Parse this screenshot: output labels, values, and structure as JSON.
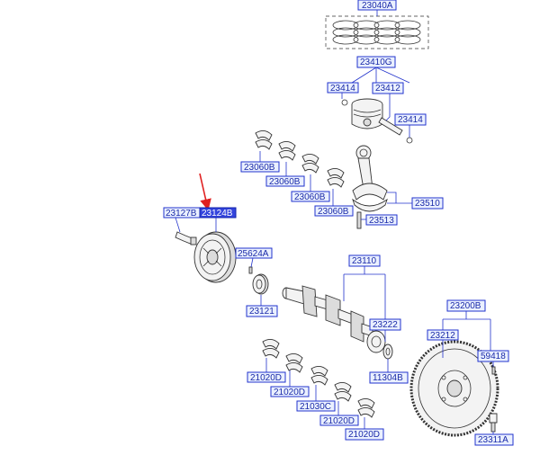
{
  "labels": {
    "piston_ring_set": "23040A",
    "piston_set": "23410G",
    "snap_ring_left": "23414",
    "piston_pin": "23412",
    "snap_ring_right": "23414",
    "upper_bearing_1": "23060B",
    "upper_bearing_2": "23060B",
    "upper_bearing_3": "23060B",
    "upper_bearing_4": "23060B",
    "connecting_rod": "23510",
    "rod_bolt": "23513",
    "pulley_bolt": "23127B",
    "damper_pulley": "23124B",
    "key": "25624A",
    "sprocket": "23121",
    "crankshaft": "23110",
    "pilot_bearing_assy": "23222",
    "thrust_washer": "11304B",
    "flywheel_assy": "23200B",
    "flywheel": "23212",
    "dowel_pin": "59418",
    "flywheel_bolt": "23311A",
    "main_bearing_1": "21020D",
    "main_bearing_2": "21020D",
    "main_bearing_3": "21030C",
    "main_bearing_4": "21020D",
    "main_bearing_5": "21020D"
  },
  "highlighted_part": "damper_pulley",
  "colors": {
    "label_border": "#2233cc",
    "label_fill": "#eaf0ff",
    "highlight_fill": "#3344dd",
    "pointer_arrow": "#e02020"
  }
}
